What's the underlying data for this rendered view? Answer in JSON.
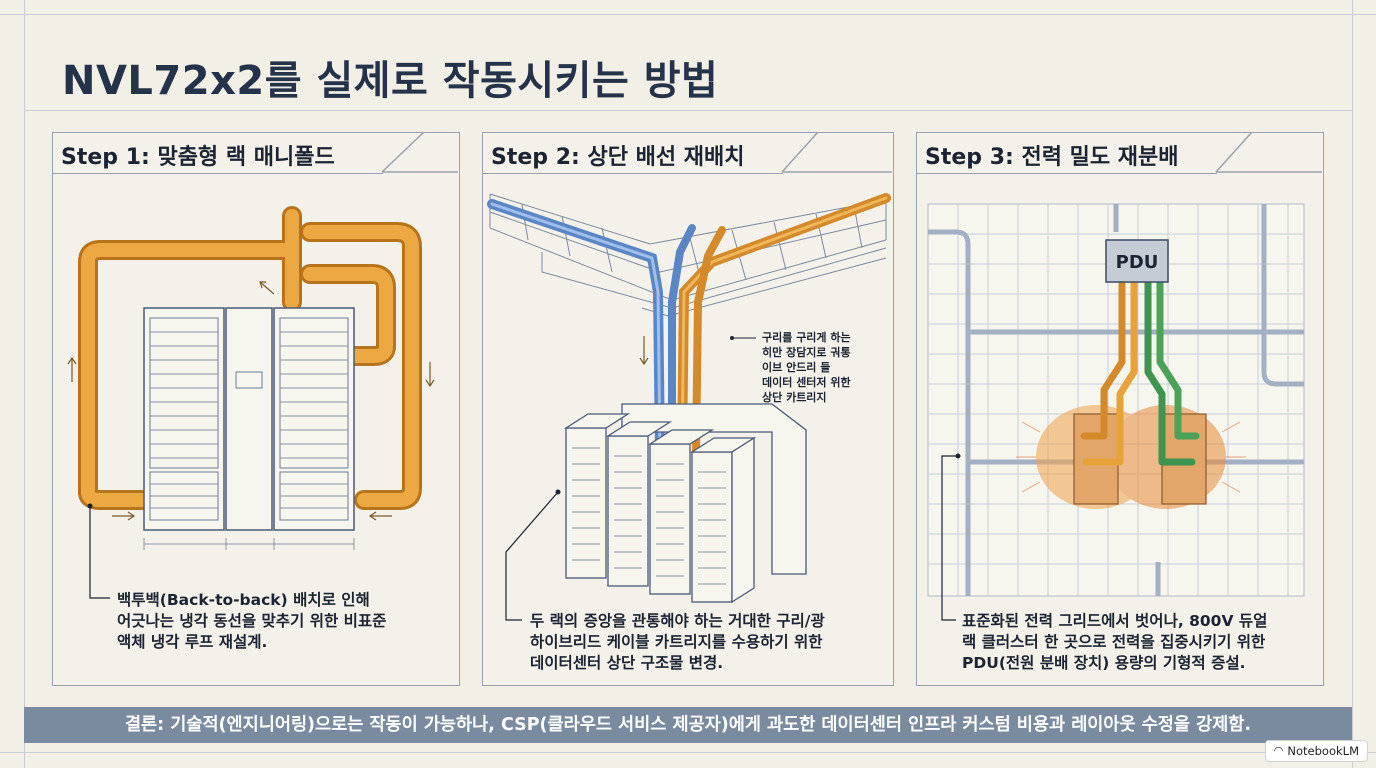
{
  "title": "NVL72x2를 실제로 작동시키는 방법",
  "steps": [
    {
      "heading": "Step 1: 맞춤형 랙 매니폴드",
      "caption": [
        "백투백(Back-to-back) 배치로 인해",
        "어긋나는 냉각 동선을 맞추기 위한 비표준",
        "액체 냉각 루프 재설계."
      ]
    },
    {
      "heading": "Step 2: 상단 배선 재배치",
      "caption": [
        "두 랙의 증앙을 관통해야 하는 거대한 구리/광",
        "하이브리드 케이블 카트리지를 수용하기 위한",
        "데이터센터 상단 구조물 변경."
      ],
      "note": [
        "구리를 구리게 하는",
        "히만 장담지로 궈통",
        "이브 안드리 들",
        "데이터 센터저 위한",
        "상단 카트리지"
      ]
    },
    {
      "heading": "Step 3: 전력 밀도 재분배",
      "caption": [
        "표준화된 전력 그리드에서 벗어나, 800V 듀얼",
        "랙 클러스터 한 곳으로 전력을 집중시키기 위한",
        "PDU(전원 분배 장치) 용량의 기형적 증설."
      ],
      "pdu_label": "PDU"
    }
  ],
  "conclusion": "결론: 기술적(엔지니어링)으로는 작동이 가능하나, CSP(클라우드 서비스 제공자)에게 과도한 데이터센터 인프라 커스텀 비용과 레이아웃 수정을 강제함.",
  "badge": "NotebookLM",
  "colors": {
    "pipe": "#e8a23a",
    "pipe_dark": "#b8741a",
    "cable_blue": "#5b86c6",
    "cable_green": "#4ba35a",
    "ink": "#2a3a55",
    "bar": "#7a8ba0"
  }
}
